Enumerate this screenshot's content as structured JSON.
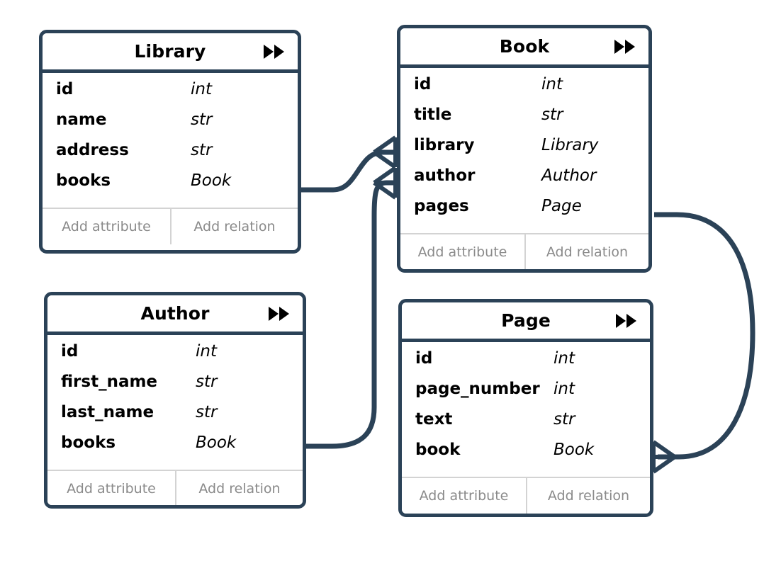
{
  "diagram": {
    "type": "entity-relationship-diagram",
    "colors": {
      "border": "#2b4257",
      "edge": "#2b4257",
      "background": "#ffffff",
      "text": "#000000",
      "muted_text": "#8a8a8a",
      "divider": "#d3d3d3"
    },
    "footer": {
      "add_attribute_label": "Add attribute",
      "add_relation_label": "Add relation"
    },
    "header_icon": "fast-forward-icon",
    "entities": [
      {
        "id": "library",
        "title": "Library",
        "attributes": [
          {
            "name": "id",
            "type": "int"
          },
          {
            "name": "name",
            "type": "str"
          },
          {
            "name": "address",
            "type": "str"
          },
          {
            "name": "books",
            "type": "Book"
          }
        ]
      },
      {
        "id": "book",
        "title": "Book",
        "attributes": [
          {
            "name": "id",
            "type": "int"
          },
          {
            "name": "title",
            "type": "str"
          },
          {
            "name": "library",
            "type": "Library"
          },
          {
            "name": "author",
            "type": "Author"
          },
          {
            "name": "pages",
            "type": "Page"
          }
        ]
      },
      {
        "id": "author",
        "title": "Author",
        "attributes": [
          {
            "name": "id",
            "type": "int"
          },
          {
            "name": "first_name",
            "type": "str"
          },
          {
            "name": "last_name",
            "type": "str"
          },
          {
            "name": "books",
            "type": "Book"
          }
        ]
      },
      {
        "id": "page",
        "title": "Page",
        "attributes": [
          {
            "name": "id",
            "type": "int"
          },
          {
            "name": "page_number",
            "type": "int"
          },
          {
            "name": "text",
            "type": "str"
          },
          {
            "name": "book",
            "type": "Book"
          }
        ]
      }
    ],
    "relations": [
      {
        "id": "library-books-to-book",
        "from": "Library.books",
        "to": "Book.library",
        "marker": "crows-foot"
      },
      {
        "id": "author-books-to-book",
        "from": "Author.books",
        "to": "Book.author",
        "marker": "crows-foot"
      },
      {
        "id": "book-pages-to-page",
        "from": "Book.pages",
        "to": "Page.book",
        "marker": "crows-foot"
      }
    ]
  }
}
